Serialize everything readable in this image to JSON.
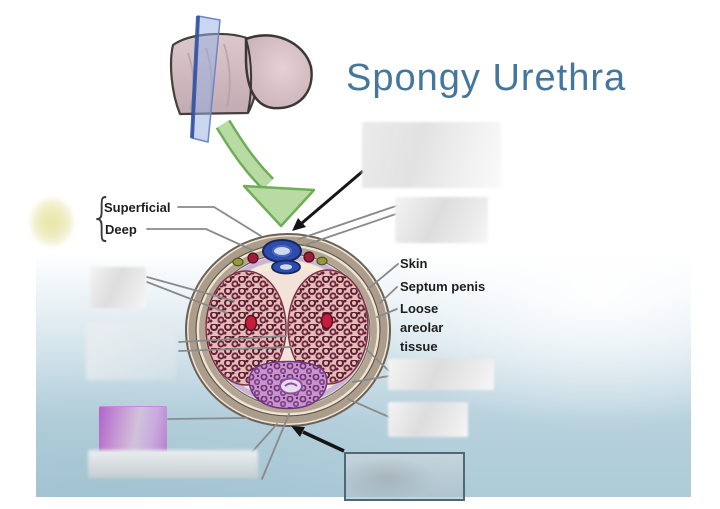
{
  "slide": {
    "title": "Spongy Urethra"
  },
  "anatomy_labels": {
    "superficial": "Superficial",
    "deep": "Deep",
    "skin": "Skin",
    "septum_penis": "Septum penis",
    "loose_areolar_tissue": "Loose\nareolar\ntissue",
    "brace": "{"
  },
  "colors": {
    "title_blue": "#45779c",
    "leader_line_gray": "#8a8a8a",
    "pointer_arrow_black": "#151515",
    "section_arrow_green": "#b8dba4",
    "blank_purple": "#b163cb",
    "blank_yellow": "#ece9b8",
    "background_wave_blue": "#adcbd8"
  }
}
